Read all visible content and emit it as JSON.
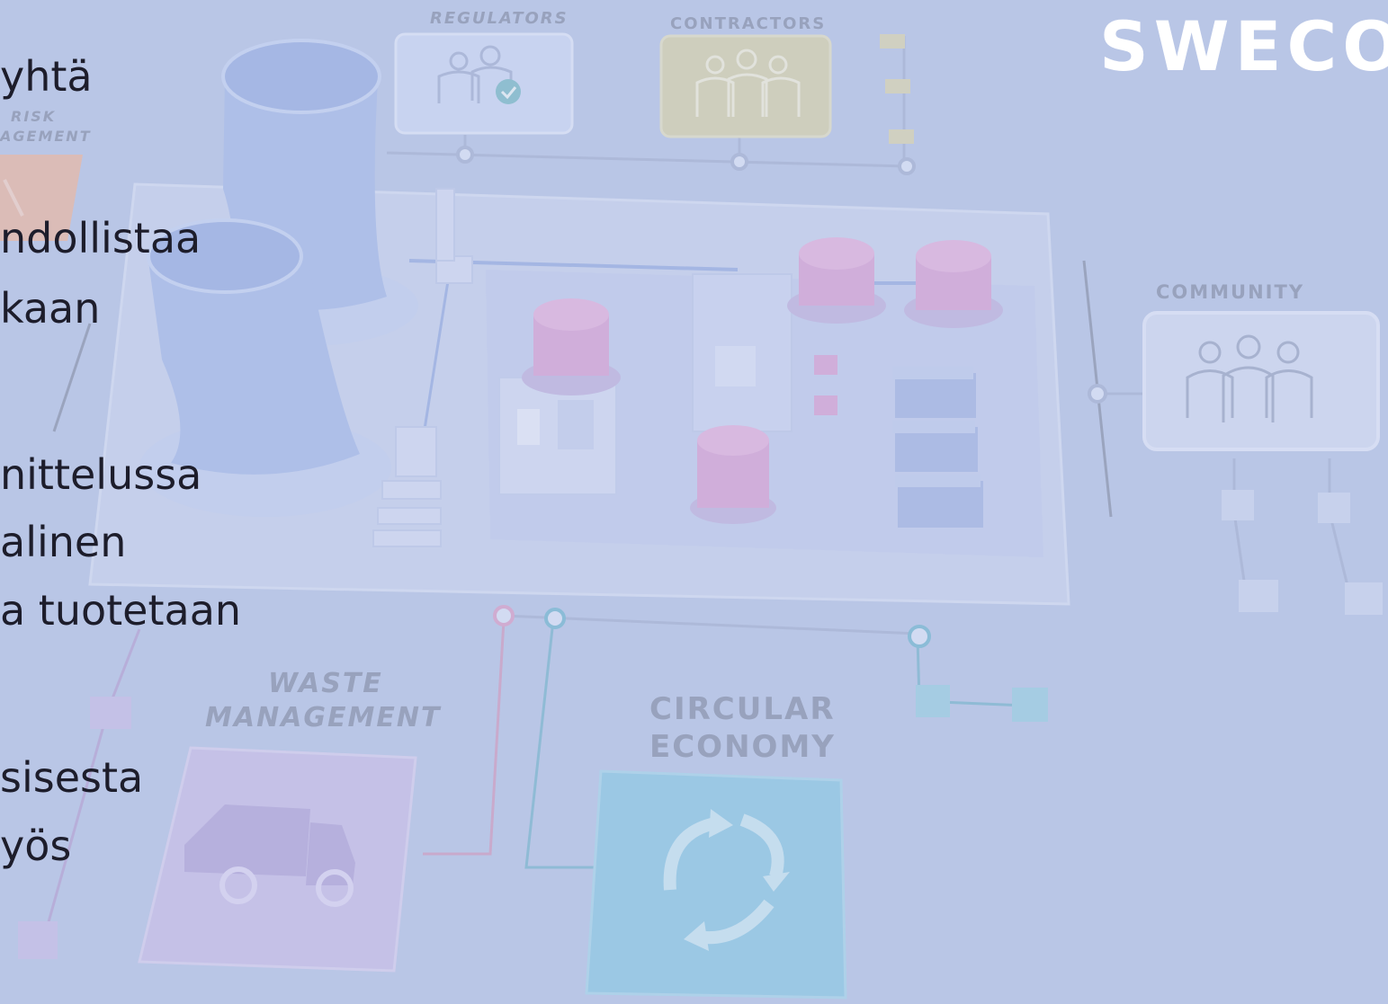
{
  "brand": {
    "logo_text": "SWECO"
  },
  "body_text": {
    "lines": [
      "yhtä",
      "ndollistaa",
      "kaan",
      "nittelussa",
      "alinen",
      "a tuotetaan",
      "sisesta",
      "yös"
    ]
  },
  "scene_labels": {
    "regulators": "REGULATORS",
    "contractors": "CONTRACTORS",
    "risk": "RISK",
    "agement": "AGEMENT",
    "community": "COMMUNITY",
    "waste": "WASTE",
    "management": "MANAGEMENT",
    "circular": "CIRCULAR",
    "economy": "ECONOMY"
  },
  "colors": {
    "background": "#b9c6e6",
    "brand_text": "#ffffff",
    "body_text": "#1d1d2b",
    "circular_tile": "#8fc9e4",
    "waste_tile": "#c9c0e8",
    "contractors_tile": "#d6d2ad",
    "regulators_tile": "#cdd9f4",
    "risk_tile": "#e8b9a6",
    "tank_pink": "#d9a6d6",
    "tower_blue": "#a9bde9"
  }
}
